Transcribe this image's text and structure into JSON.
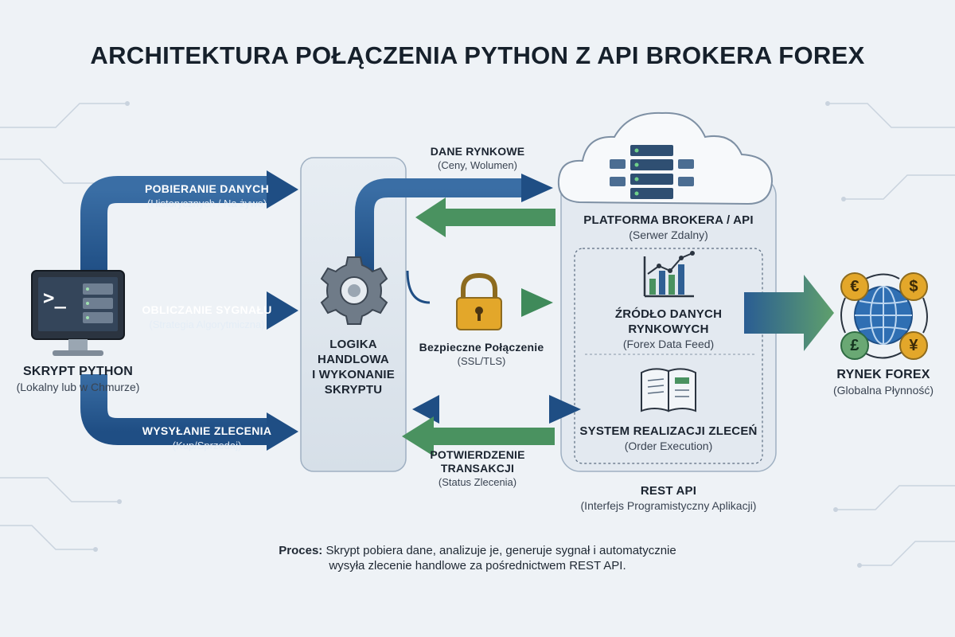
{
  "title": "ARCHITEKTURA POŁĄCZENIA PYTHON Z API BROKERA FOREX",
  "python_script": {
    "name": "SKRYPT PYTHON",
    "desc": "(Lokalny lub w Chmurze)",
    "icon": "terminal-monitor-icon",
    "prompt": ">_"
  },
  "left_arrows": [
    {
      "label": "POBIERANIE DANYCH",
      "sub": "(Historycznych / Na żywo)"
    },
    {
      "label": "OBLICZANIE SYGNAŁU",
      "sub": "(Strategia Algorytmiczna)"
    },
    {
      "label": "WYSYŁANIE ZLECENIA",
      "sub": "(Kup/Sprzedaj)"
    }
  ],
  "logic": {
    "lines": [
      "LOGIKA",
      "HANDLOWA",
      "I WYKONANIE",
      "SKRYPTU"
    ],
    "icon": "gear-icon"
  },
  "market_data": {
    "label": "DANE RYNKOWE",
    "sub": "(Ceny, Wolumen)"
  },
  "secure": {
    "label": "Bezpieczne Połączenie",
    "sub": "(SSL/TLS)",
    "icon": "padlock-icon"
  },
  "confirmation": {
    "label_line1": "POTWIERDZENIE",
    "label_line2": "TRANSAKCJI",
    "sub": "(Status Zlecenia)"
  },
  "broker": {
    "name": "PLATFORMA BROKERA / API",
    "desc": "(Serwer Zdalny)",
    "icon": "cloud-server-icon",
    "data_source": {
      "line1": "ŹRÓDŁO DANYCH",
      "line2": "RYNKOWYCH",
      "sub": "(Forex Data Feed)",
      "icon": "bar-chart-icon"
    },
    "order_system": {
      "name": "SYSTEM REALIZACJI ZLECEŃ",
      "sub": "(Order Execution)",
      "icon": "open-book-icon"
    }
  },
  "rest_api": {
    "name": "REST API",
    "desc": "(Interfejs Programistyczny Aplikacji)"
  },
  "forex": {
    "name": "RYNEK FOREX",
    "desc": "(Globalna Płynność)",
    "icon": "globe-icon",
    "currencies": [
      "€",
      "$",
      "£",
      "¥"
    ]
  },
  "footer": {
    "label": "Proces:",
    "text": "Skrypt pobiera dane, analizuje je, generuje sygnał i automatycznie wysyła zlecenie handlowe za pośrednictwem REST API."
  },
  "colors": {
    "blue_dark": "#1f4e84",
    "blue_mid": "#3a6ea5",
    "green": "#3f8a5a",
    "gold": "#e3a72a",
    "panel": "#dfe6ee"
  }
}
